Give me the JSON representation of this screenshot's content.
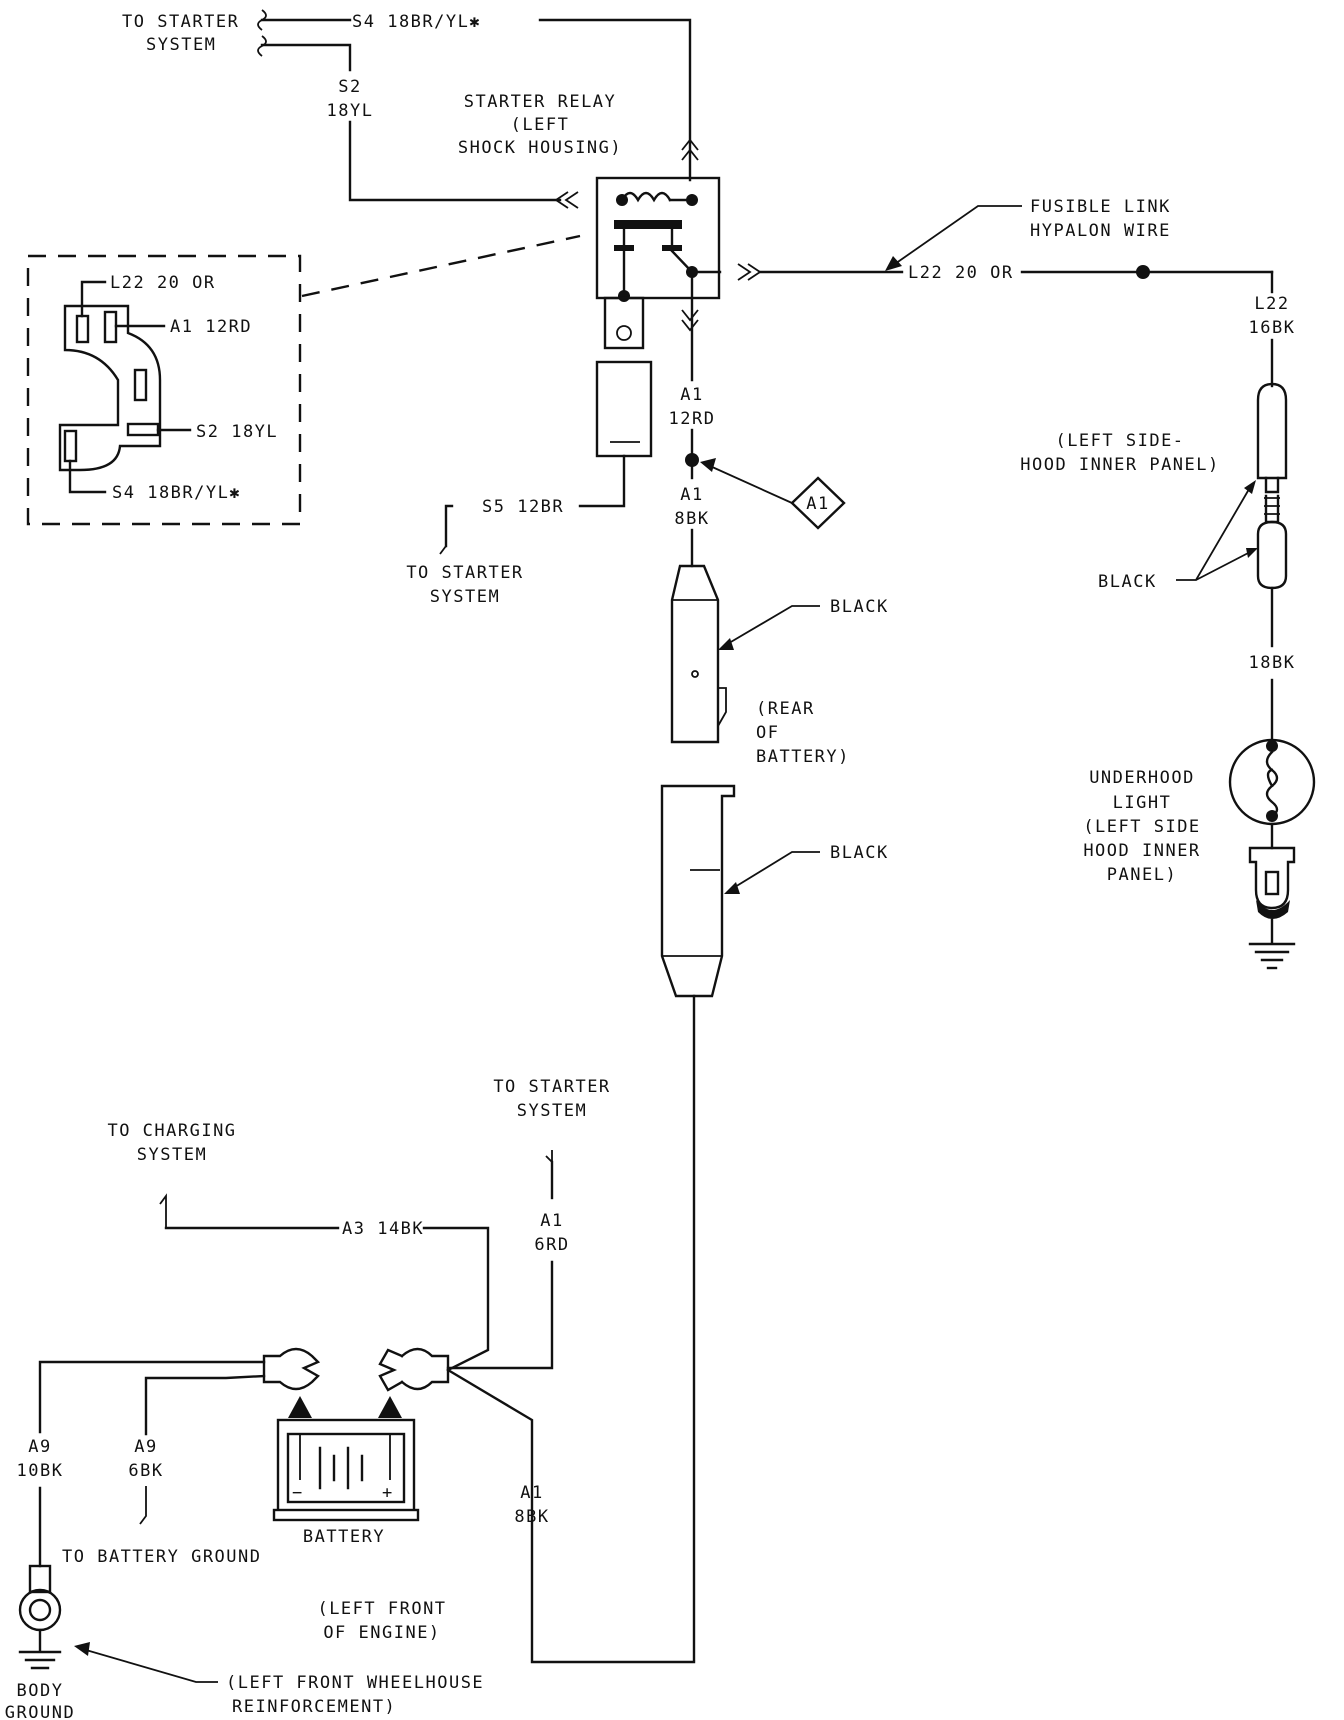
{
  "labels": {
    "to_starter_top_1": "TO STARTER",
    "to_starter_top_2": "SYSTEM",
    "s4_wire_top": "S4 18BR/YL✱",
    "s2_a": "S2",
    "s2_b": "18YL",
    "starter_relay_1": "STARTER RELAY",
    "starter_relay_2": "(LEFT",
    "starter_relay_3": "SHOCK HOUSING)",
    "fusible_1": "FUSIBLE LINK",
    "fusible_2": "HYPALON WIRE",
    "l22_20_main": "L22 20 OR",
    "l22_top": "L22",
    "l22_16bk": "16BK",
    "inset_l22": "L22 20 OR",
    "inset_a1": "A1 12RD",
    "inset_s2": "S2 18YL",
    "inset_s4": "S4 18BR/YL✱",
    "a1_12rd_a": "A1",
    "a1_12rd_b": "12RD",
    "a1_8bk_a": "A1",
    "a1_8bk_b": "8BK",
    "diamond_a1": "A1",
    "s5_wire": "S5 12BR",
    "to_starter_mid_1": "TO STARTER",
    "to_starter_mid_2": "SYSTEM",
    "black_1": "BLACK",
    "rear_battery_1": "(REAR",
    "rear_battery_2": "OF",
    "rear_battery_3": "BATTERY)",
    "black_2": "BLACK",
    "left_side_hood_1": "(LEFT SIDE-",
    "left_side_hood_2": "HOOD INNER PANEL)",
    "black_right": "BLACK",
    "wire_18bk": "18BK",
    "underhood_1": "UNDERHOOD",
    "underhood_2": "LIGHT",
    "underhood_3": "(LEFT SIDE",
    "underhood_4": "HOOD INNER",
    "underhood_5": "PANEL)",
    "to_starter_low_1": "TO STARTER",
    "to_starter_low_2": "SYSTEM",
    "to_charging_1": "TO CHARGING",
    "to_charging_2": "SYSTEM",
    "a3_14bk": "A3 14BK",
    "a1_6rd_a": "A1",
    "a1_6rd_b": "6RD",
    "a9_10bk_a": "A9",
    "a9_10bk_b": "10BK",
    "a9_6bk_a": "A9",
    "a9_6bk_b": "6BK",
    "battery": "BATTERY",
    "a1_8bk_low_a": "A1",
    "a1_8bk_low_b": "8BK",
    "to_battery_ground": "TO BATTERY GROUND",
    "left_front_engine_1": "(LEFT FRONT",
    "left_front_engine_2": "OF ENGINE)",
    "body_ground_1": "BODY",
    "body_ground_2": "GROUND",
    "wheelhouse_1": "(LEFT FRONT WHEELHOUSE",
    "wheelhouse_2": "REINFORCEMENT)",
    "battery_minus": "−",
    "battery_plus": "+"
  }
}
